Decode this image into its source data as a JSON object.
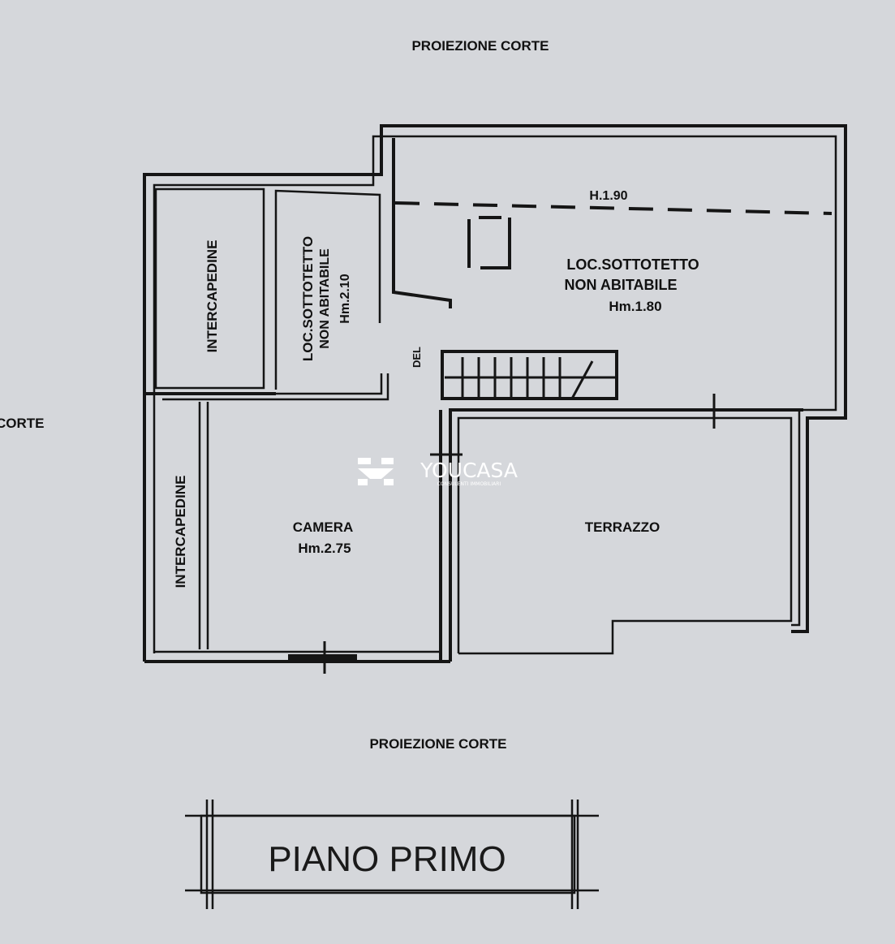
{
  "labels": {
    "projection_top": "PROIEZIONE CORTE",
    "projection_bottom": "PROIEZIONE CORTE",
    "corte_left": "CORTE",
    "intercapedine_1": "INTERCAPEDINE",
    "intercapedine_2": "INTERCAPEDINE",
    "sottotetto_small": [
      "LOC.SOTTOTETTO",
      "NON ABITABILE",
      "Hm.2.10"
    ],
    "height_line": "H.1.90",
    "sottotetto_large": [
      "LOC.SOTTOTETTO",
      "NON ABITABILE",
      "Hm.1.80"
    ],
    "del": "DEL",
    "camera": [
      "CAMERA",
      "Hm.2.75"
    ],
    "terrazzo": "TERRAZZO",
    "floor_title": "PIANO PRIMO"
  },
  "watermark": {
    "brand": "YOUCASA",
    "tagline": "CONSULENTI IMMOBILIARI",
    "color": "#ffffff"
  }
}
